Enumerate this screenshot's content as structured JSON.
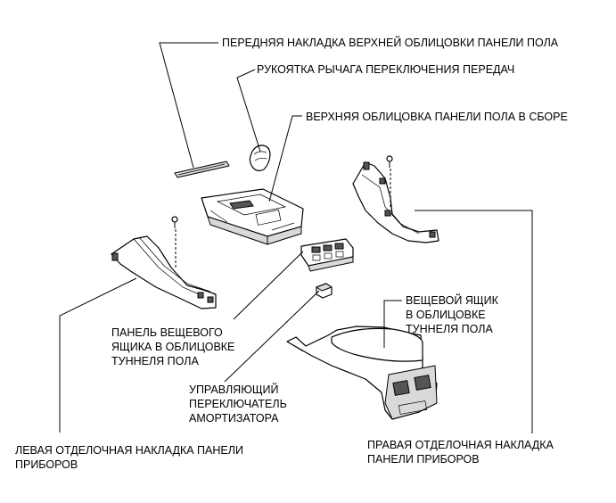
{
  "labels": {
    "front_upper_trim": "ПЕРЕДНЯЯ НАКЛАДКА ВЕРХНЕЙ ОБЛИЦОВКИ ПАНЕЛИ ПОЛА",
    "shift_knob": "РУКОЯТКА РЫЧАГА ПЕРЕКЛЮЧЕНИЯ ПЕРЕДАЧ",
    "upper_trim_assy": "ВЕРХНЯЯ ОБЛИЦОВКА ПАНЕЛИ ПОЛА В СБОРЕ",
    "console_box_lines": [
      "ВЕЩЕВОЙ ЯЩИК",
      "В ОБЛИЦОВКЕ",
      "ТУННЕЛЯ ПОЛА"
    ],
    "console_panel_lines": [
      "ПАНЕЛЬ ВЕЩЕВОГО",
      "ЯЩИКА В ОБЛИЦОВКЕ",
      "ТУННЕЛЯ ПОЛА"
    ],
    "absorber_switch_lines": [
      "УПРАВЛЯЮЩИЙ",
      "ПЕРЕКЛЮЧАТЕЛЬ",
      "АМОРТИЗАТОРА"
    ],
    "left_trim_lines": [
      "ЛЕВАЯ ОТДЕЛОЧНАЯ НАКЛАДКА ПАНЕЛИ",
      "ПРИБОРОВ"
    ],
    "right_trim_lines": [
      "ПРАВАЯ ОТДЕЛОЧНАЯ НАКЛАДКА",
      "ПАНЕЛИ ПРИБОРОВ"
    ]
  }
}
